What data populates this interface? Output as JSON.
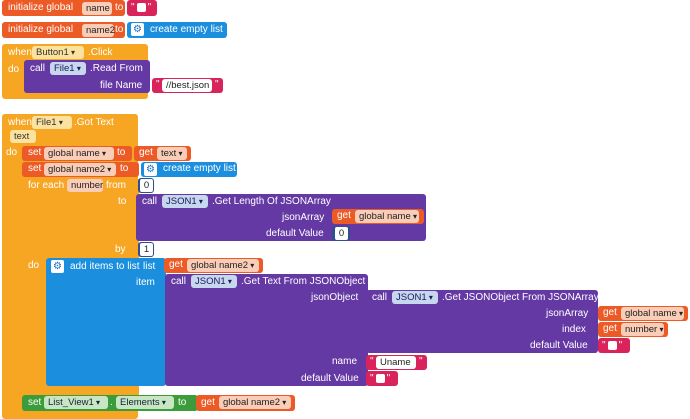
{
  "init1": {
    "label": "initialize global",
    "name": "name",
    "to": "to",
    "quote": "\""
  },
  "init2": {
    "label": "initialize global",
    "name": "name2",
    "to": "to",
    "list": "create empty list"
  },
  "click_event": {
    "when": "when",
    "component": "Button1",
    "event": ".Click",
    "do": "do",
    "call": "call",
    "file": "File1",
    "method": ".Read From",
    "file_name_label": "file Name",
    "file_name_value": "//best.json"
  },
  "got_text": {
    "when": "when",
    "component": "File1",
    "event": ".Got Text",
    "param": "text",
    "do": "do"
  },
  "set1": {
    "set": "set",
    "var": "global name",
    "to": "to",
    "get": "get",
    "value": "text"
  },
  "set2": {
    "set": "set",
    "var": "global name2",
    "to": "to",
    "list": "create empty list"
  },
  "for_each": {
    "label": "for each",
    "var": "number",
    "from": "from",
    "from_value": "0",
    "to": "to",
    "by": "by",
    "by_value": "1",
    "do": "do"
  },
  "length_call": {
    "call": "call",
    "component": "JSON1",
    "method": ".Get Length Of JSONArray",
    "json_array_label": "jsonArray",
    "get": "get",
    "get_var": "global name",
    "default_label": "default Value",
    "default_value": "0"
  },
  "add_items": {
    "label": "add items to list",
    "list_label": "list",
    "get": "get",
    "list_var": "global name2",
    "item_label": "item"
  },
  "text_call": {
    "call": "call",
    "component": "JSON1",
    "method": ".Get Text From JSONObject",
    "json_object_label": "jsonObject",
    "name_label": "name",
    "name_value": "Uname",
    "default_label": "default Value"
  },
  "object_call": {
    "call": "call",
    "component": "JSON1",
    "method": ".Get JSONObject From JSONArray",
    "json_array_label": "jsonArray",
    "get": "get",
    "array_var": "global name",
    "index_label": "index",
    "index_var": "number",
    "default_label": "default Value"
  },
  "set_elements": {
    "set": "set",
    "component": "List_View1",
    "property": "Elements",
    "to": "to",
    "get": "get",
    "var": "global name2"
  }
}
